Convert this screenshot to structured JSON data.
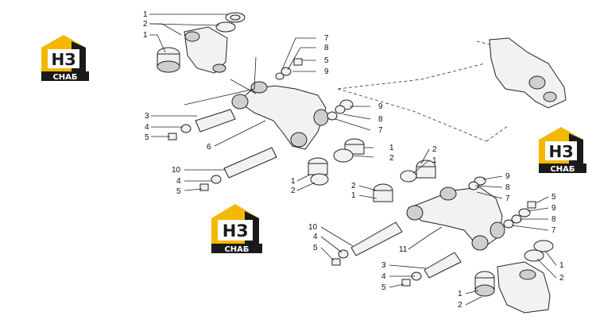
{
  "logo": {
    "mark_text": "НЗ",
    "caption": "СНАБ",
    "accent_color": "#f5b800",
    "dark_color": "#1a1a1a"
  },
  "callouts": {
    "top_left": [
      "1",
      "2",
      "1",
      "7",
      "8",
      "5",
      "9",
      "3",
      "4",
      "5",
      "6",
      "9",
      "8",
      "7",
      "1",
      "2",
      "10",
      "4",
      "5",
      "1",
      "2"
    ],
    "bottom_right": [
      "2",
      "1",
      "2",
      "1",
      "9",
      "8",
      "7",
      "5",
      "9",
      "8",
      "7",
      "10",
      "4",
      "5",
      "11",
      "3",
      "4",
      "5",
      "1",
      "2",
      "1",
      "2"
    ]
  }
}
